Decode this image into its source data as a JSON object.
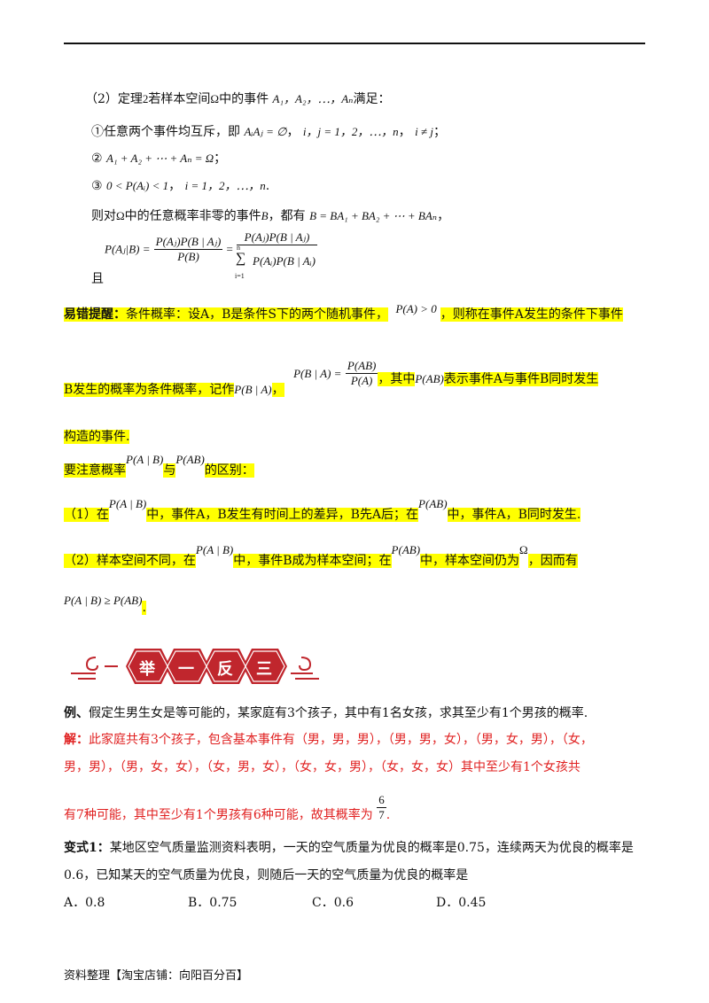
{
  "theorem": {
    "intro_a": "（2）定理",
    "intro_b": "2",
    "intro_c": "若样本空间",
    "intro_d": "Ω",
    "intro_e": "中的事件",
    "intro_f": "A₁，A₂，⋯，Aₙ",
    "intro_g": "满足：",
    "c1_a": "①任意两个事件均互斥，即",
    "c1_b": "AᵢAⱼ = ∅",
    "c1_c": "，",
    "c1_d": "i，j = 1，2，⋯，n",
    "c1_e": "，",
    "c1_f": "i ≠ j",
    "c1_g": "；",
    "c2_a": "②",
    "c2_b": "A₁ + A₂ + ⋯ + Aₙ = Ω",
    "c2_c": "；",
    "c3_a": "③",
    "c3_b": "0 < P(Aᵢ) < 1",
    "c3_c": "，",
    "c3_d": "i = 1，2，⋯，n",
    "c3_e": ".",
    "then_a": "则对",
    "then_b": "Ω",
    "then_c": "中的任意概率非零的事件",
    "then_d": "B",
    "then_e": "，都有",
    "then_f": "B = BA₁ + BA₂ + ⋯ + BAₙ",
    "then_g": "，",
    "formula_lhs": "P(Aⱼ|B) =",
    "formula_num1": "P(Aⱼ)P(B | Aⱼ)",
    "formula_den1": "P(B)",
    "formula_eq": "=",
    "formula_num2": "P(Aⱼ)P(B | Aⱼ)",
    "formula_sum_top": "n",
    "formula_sum": "∑",
    "formula_sum_bot": "i=1",
    "formula_den2": "P(Aᵢ)P(B | Aᵢ)",
    "and": "且"
  },
  "warning": {
    "label": "易错提醒：",
    "l1_a": "条件概率：设A，B是条件S下的两个随机事件，",
    "l1_b": "P(A) > 0",
    "l1_c": "，则称在事件A发生的条件下事件",
    "l2_a": "B发生的概率为条件概率，记作",
    "l2_b": "P(B | A)",
    "l2_c": "，",
    "l2_d": "P(B | A) =",
    "l2_num": "P(AB)",
    "l2_den": "P(A)",
    "l2_e": "，其中",
    "l2_f": "P(AB)",
    "l2_g": "表示事件A与事件B同时发生",
    "l3": "构造的事件.",
    "l4_a": "要注意概率",
    "l4_b": "P(A | B)",
    "l4_c": "与",
    "l4_d": "P(AB)",
    "l4_e": "的区别：",
    "l5_a": "（1）在",
    "l5_b": "P(A | B)",
    "l5_c": "中，事件A，B发生有时间上的差异，B先A后；在",
    "l5_d": "P(AB)",
    "l5_e": "中，事件A，B同时发生.",
    "l6_a": "（2）样本空间不同，在",
    "l6_b": "P(A | B)",
    "l6_c": "中，事件B成为样本空间；在",
    "l6_d": "P(AB)",
    "l6_e": "中，样本空间仍为",
    "l6_f": "Ω",
    "l6_g": "，因而有",
    "l7_a": "P(A | B) ≥ P(AB)",
    "l7_b": "."
  },
  "banner": {
    "chars": [
      "举",
      "一",
      "反",
      "三"
    ],
    "color": "#c0262d"
  },
  "example": {
    "label": "例、",
    "text": "假定生男生女是等可能的，某家庭有3个孩子，其中有1名女孩，求其至少有1个男孩的概率.",
    "sol_label": "解：",
    "sol_l1": "此家庭共有3个孩子，包含基本事件有（男，男，男），（男，男，女），（男，女，男），（女，",
    "sol_l2": "男，男），（男，女，女），（女，男，女），（女，女，男），（女，女，女）其中至少有1个女孩共",
    "sol_l3_a": "有7种可能，其中至少有1个男孩有6种可能，故其概率为",
    "sol_num": "6",
    "sol_den": "7",
    "sol_l3_b": "."
  },
  "variant": {
    "label": "变式1：",
    "l1": "某地区空气质量监测资料表明，一天的空气质量为优良的概率是0.75，连续两天为优良的概率是",
    "l2": "0.6，已知某天的空气质量为优良，则随后一天的空气质量为优良的概率是",
    "options": [
      "A．0.8",
      "B．0.75",
      "C．0.6",
      "D．0.45"
    ]
  },
  "footer": "资料整理【淘宝店铺：向阳百分百】"
}
